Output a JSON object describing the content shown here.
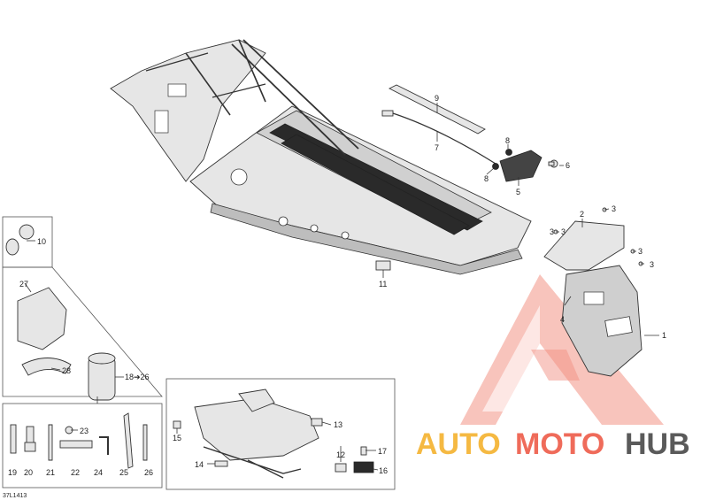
{
  "drawing_code": "37L1413",
  "callouts": {
    "c1": "1",
    "c2": "2",
    "c3a": "3",
    "c3b": "3",
    "c3c": "3",
    "c3d": "3",
    "c3e": "3",
    "c4": "4",
    "c5": "5",
    "c6": "6",
    "c7": "7",
    "c8a": "8",
    "c8b": "8",
    "c9": "9",
    "c10": "10",
    "c11": "11",
    "c12": "12",
    "c13": "13",
    "c14": "14",
    "c15": "15",
    "c16": "16",
    "c17": "17",
    "c18": "18➔26",
    "c19": "19",
    "c20": "20",
    "c21": "21",
    "c22": "22",
    "c23": "23",
    "c24": "24",
    "c25": "25",
    "c26": "26",
    "c27": "27",
    "c28": "28"
  },
  "watermark": {
    "word_auto": "AUTO",
    "word_moto": "MOTO",
    "word_hub": "HUB",
    "colors": {
      "auto": "#f5b942",
      "moto": "#ef6b5a",
      "hub": "#5a5a5a",
      "logo": "#f08070"
    }
  }
}
